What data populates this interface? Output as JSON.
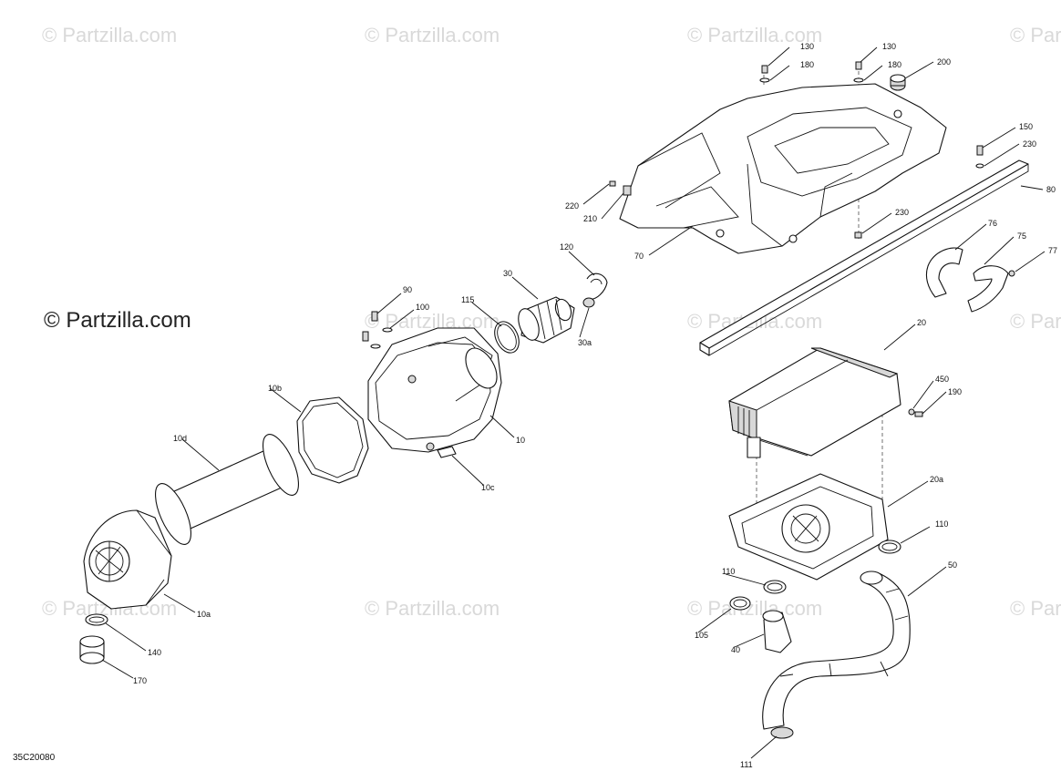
{
  "watermark": "© Partzilla.com",
  "brand": "© Partzilla.com",
  "diagram_code": "35C20080",
  "callouts": [
    {
      "id": "130a",
      "label": "130"
    },
    {
      "id": "180a",
      "label": "180"
    },
    {
      "id": "130b",
      "label": "130"
    },
    {
      "id": "180b",
      "label": "180"
    },
    {
      "id": "200",
      "label": "200"
    },
    {
      "id": "150",
      "label": "150"
    },
    {
      "id": "230a",
      "label": "230"
    },
    {
      "id": "80",
      "label": "80"
    },
    {
      "id": "220",
      "label": "220"
    },
    {
      "id": "210",
      "label": "210"
    },
    {
      "id": "230b",
      "label": "230"
    },
    {
      "id": "70",
      "label": "70"
    },
    {
      "id": "76",
      "label": "76"
    },
    {
      "id": "75",
      "label": "75"
    },
    {
      "id": "77",
      "label": "77"
    },
    {
      "id": "120",
      "label": "120"
    },
    {
      "id": "30",
      "label": "30"
    },
    {
      "id": "115",
      "label": "115"
    },
    {
      "id": "90",
      "label": "90"
    },
    {
      "id": "100",
      "label": "100"
    },
    {
      "id": "30a",
      "label": "30a"
    },
    {
      "id": "20",
      "label": "20"
    },
    {
      "id": "450",
      "label": "450"
    },
    {
      "id": "190",
      "label": "190"
    },
    {
      "id": "10b",
      "label": "10b"
    },
    {
      "id": "10",
      "label": "10"
    },
    {
      "id": "10d",
      "label": "10d"
    },
    {
      "id": "10c",
      "label": "10c"
    },
    {
      "id": "20a",
      "label": "20a"
    },
    {
      "id": "110a",
      "label": "110"
    },
    {
      "id": "50",
      "label": "50"
    },
    {
      "id": "110b",
      "label": "110"
    },
    {
      "id": "10a",
      "label": "10a"
    },
    {
      "id": "105",
      "label": "105"
    },
    {
      "id": "140",
      "label": "140"
    },
    {
      "id": "40",
      "label": "40"
    },
    {
      "id": "170",
      "label": "170"
    },
    {
      "id": "111",
      "label": "111"
    }
  ]
}
